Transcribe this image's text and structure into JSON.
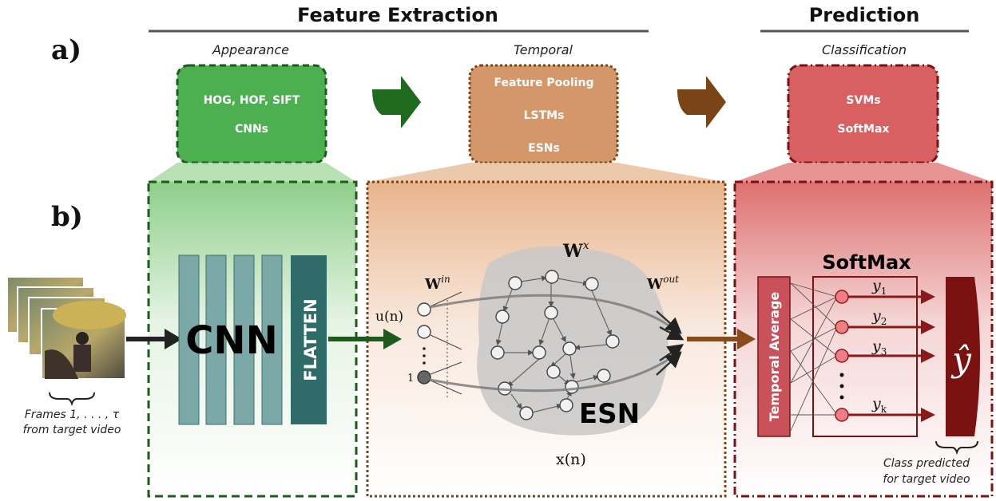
{
  "headers": {
    "feature_extraction": "Feature Extraction",
    "prediction": "Prediction"
  },
  "row_labels": {
    "a": "a)",
    "b": "b)"
  },
  "stages": {
    "appearance": {
      "title": "Appearance",
      "items": [
        "HOG, HOF, SIFT",
        "CNNs"
      ],
      "color": "#4caf50"
    },
    "temporal": {
      "title": "Temporal",
      "items": [
        "Feature Pooling",
        "LSTMs",
        "ESNs"
      ],
      "color": "#d4976a"
    },
    "classification": {
      "title": "Classification",
      "items": [
        "SVMs",
        "SoftMax"
      ],
      "color": "#d96060"
    }
  },
  "video": {
    "frames_line1": "Frames 1, . . . , τ",
    "frames_line2": "from target video"
  },
  "cnn": {
    "label": "CNN",
    "flatten": "FLATTEN"
  },
  "esn": {
    "label": "ESN",
    "w_x": "W",
    "w_x_sup": "x",
    "w_in": "W",
    "w_in_sup": "in",
    "w_out": "W",
    "w_out_sup": "out",
    "u_n": "u(n)",
    "x_n": "x(n)",
    "bias": "1"
  },
  "softmax": {
    "title": "SoftMax",
    "temporal_average": "Temporal Average",
    "outputs": [
      "y",
      "y",
      "y",
      "y"
    ],
    "output_subs": [
      "1",
      "2",
      "3",
      "k"
    ],
    "y_hat": "ŷ",
    "class_line1": "Class predicted",
    "class_line2": "for target video"
  },
  "colors": {
    "green_dark": "#1e5a1e",
    "brown": "#7a4416",
    "red_dark": "#7a1212",
    "teal": "#7aa9a7",
    "teal_dark": "#2f6b68"
  }
}
